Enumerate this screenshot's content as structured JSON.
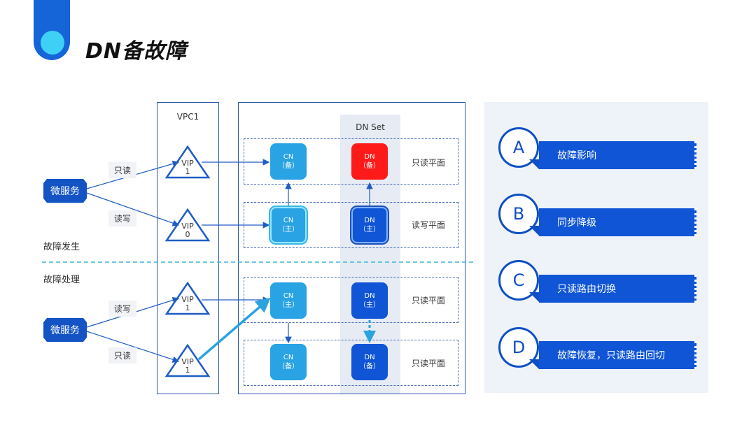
{
  "header": {
    "title": "DN备故障"
  },
  "diagram": {
    "vpc_label": "VPC1",
    "dnset_label": "DN Set",
    "section_fault_occurs": "故障发生",
    "section_fault_handling": "故障处理",
    "microservice": "微服务",
    "top": {
      "edge_readonly": "只读",
      "edge_readwrite": "读写",
      "vip_ro": {
        "line1": "VIP",
        "line2": "1"
      },
      "vip_rw": {
        "line1": "VIP",
        "line2": "0"
      },
      "cn_standby": {
        "line1": "CN",
        "line2": "（备）"
      },
      "dn_standby": {
        "line1": "DN",
        "line2": "（备）"
      },
      "cn_primary": {
        "line1": "CN",
        "line2": "（主）"
      },
      "dn_primary": {
        "line1": "DN",
        "line2": "（主）"
      },
      "plane_ro": "只读平面",
      "plane_rw": "读写平面"
    },
    "bottom": {
      "edge_readwrite": "读写",
      "edge_readonly": "只读",
      "vip_rw": {
        "line1": "VIP",
        "line2": "1"
      },
      "vip_ro": {
        "line1": "VIP",
        "line2": "1"
      },
      "cn_primary": {
        "line1": "CN",
        "line2": "（主）"
      },
      "dn_primary": {
        "line1": "DN",
        "line2": "（主）"
      },
      "cn_standby": {
        "line1": "CN",
        "line2": "（备）"
      },
      "dn_standby": {
        "line1": "DN",
        "line2": "（备）"
      },
      "plane_upper": "只读平面",
      "plane_lower": "只读平面"
    }
  },
  "steps": [
    {
      "letter": "A",
      "text": "故障影响"
    },
    {
      "letter": "B",
      "text": "同步降级"
    },
    {
      "letter": "C",
      "text": "只读路由切换"
    },
    {
      "letter": "D",
      "text": "故障恢复，只读路由回切"
    }
  ],
  "colors": {
    "primary": "#0f55d6",
    "cn": "#29a3e3",
    "fault": "#ff1a1a",
    "accent": "#3fd0f5"
  }
}
